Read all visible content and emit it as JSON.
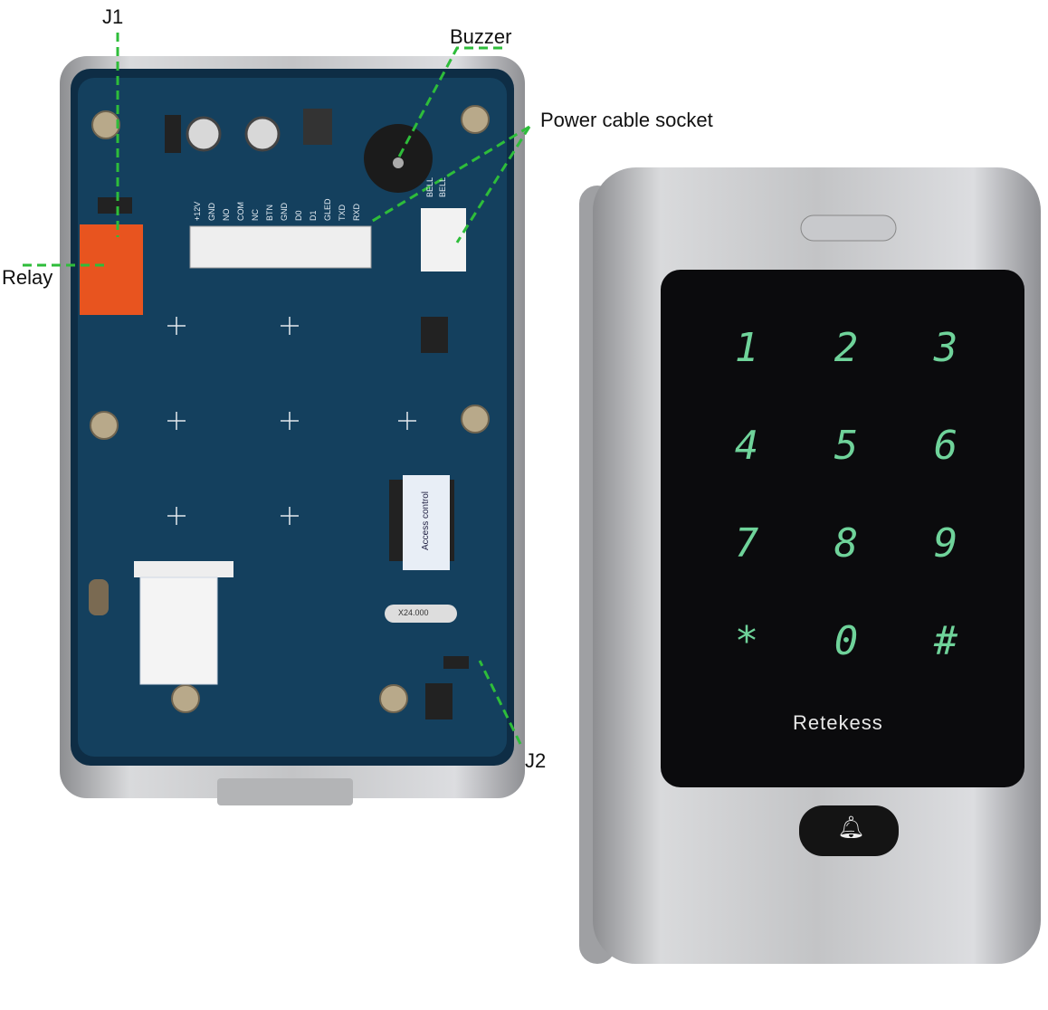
{
  "callouts": {
    "j1": "J1",
    "buzzer": "Buzzer",
    "power": "Power cable socket",
    "relay": "Relay",
    "j2": "J2"
  },
  "pcb": {
    "pins": [
      "+12V",
      "GND",
      "NO",
      "COM",
      "NC",
      "BTN",
      "GND",
      "D0",
      "D1",
      "GLED",
      "TXD",
      "RXD"
    ],
    "bell_pins": [
      "BELL",
      "BELL"
    ],
    "chip_label": "Access control",
    "crystal": "X24.000"
  },
  "keypad": {
    "keys": [
      "1",
      "2",
      "3",
      "4",
      "5",
      "6",
      "7",
      "8",
      "9",
      "*",
      "0",
      "#"
    ],
    "brand": "Retekess",
    "bell_icon": "bell-icon"
  },
  "colors": {
    "callout_line": "#2ebd3a",
    "pcb": "#14405e",
    "key_glow": "#6fd39a",
    "frame": "#c9cacc"
  }
}
